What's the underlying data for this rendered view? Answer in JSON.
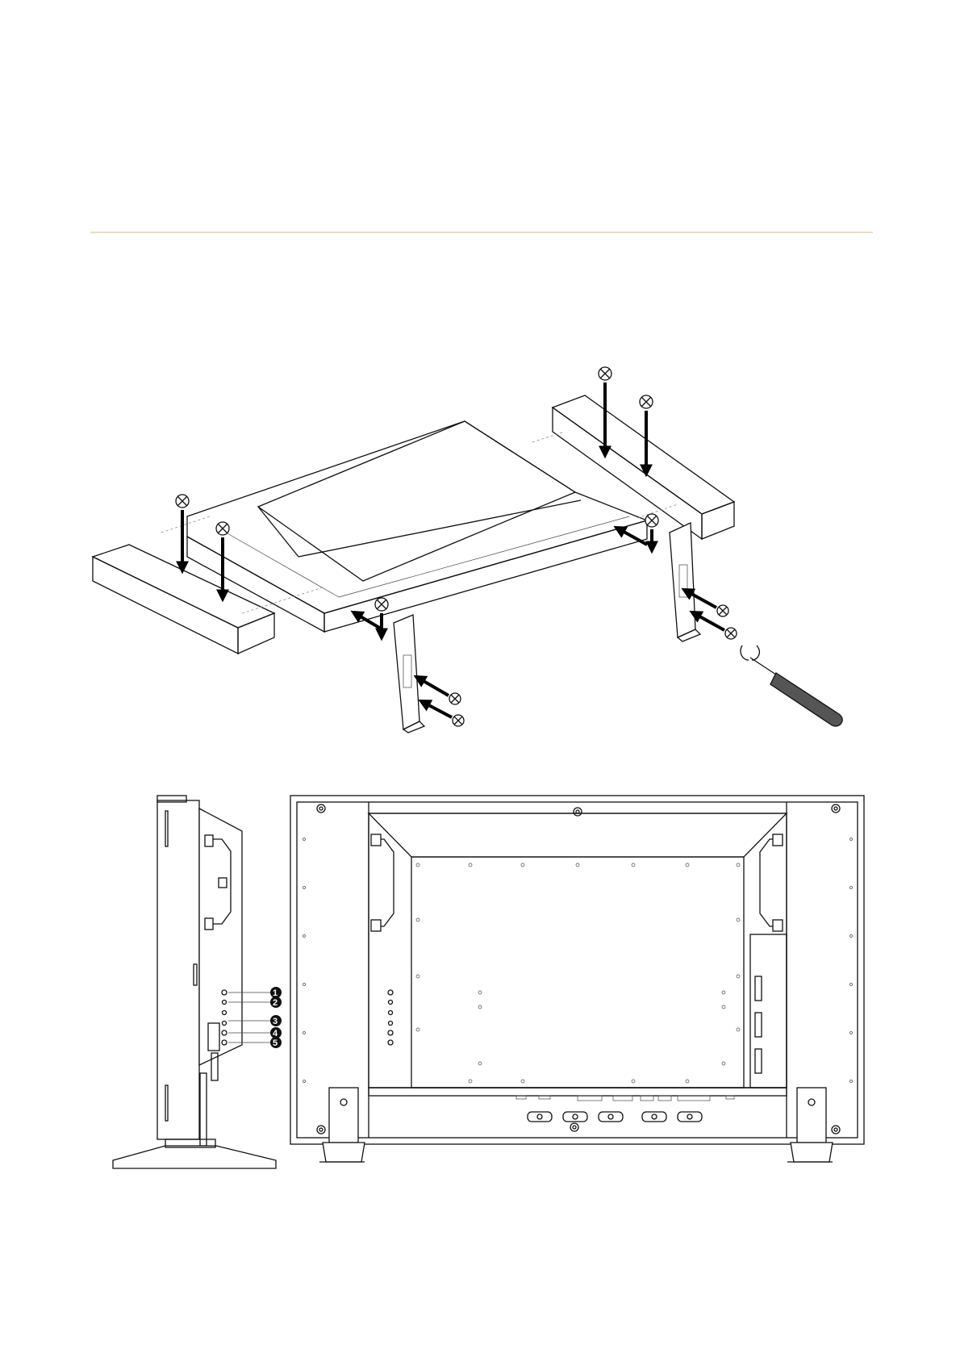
{
  "figure_assembly": {
    "description_icon": "stand-assembly-diagram"
  },
  "figure_views": {
    "callouts": [
      "1",
      "2",
      "3",
      "4",
      "5"
    ]
  },
  "colors": {
    "divider": "#e6dcc6",
    "ink": "#111111"
  }
}
